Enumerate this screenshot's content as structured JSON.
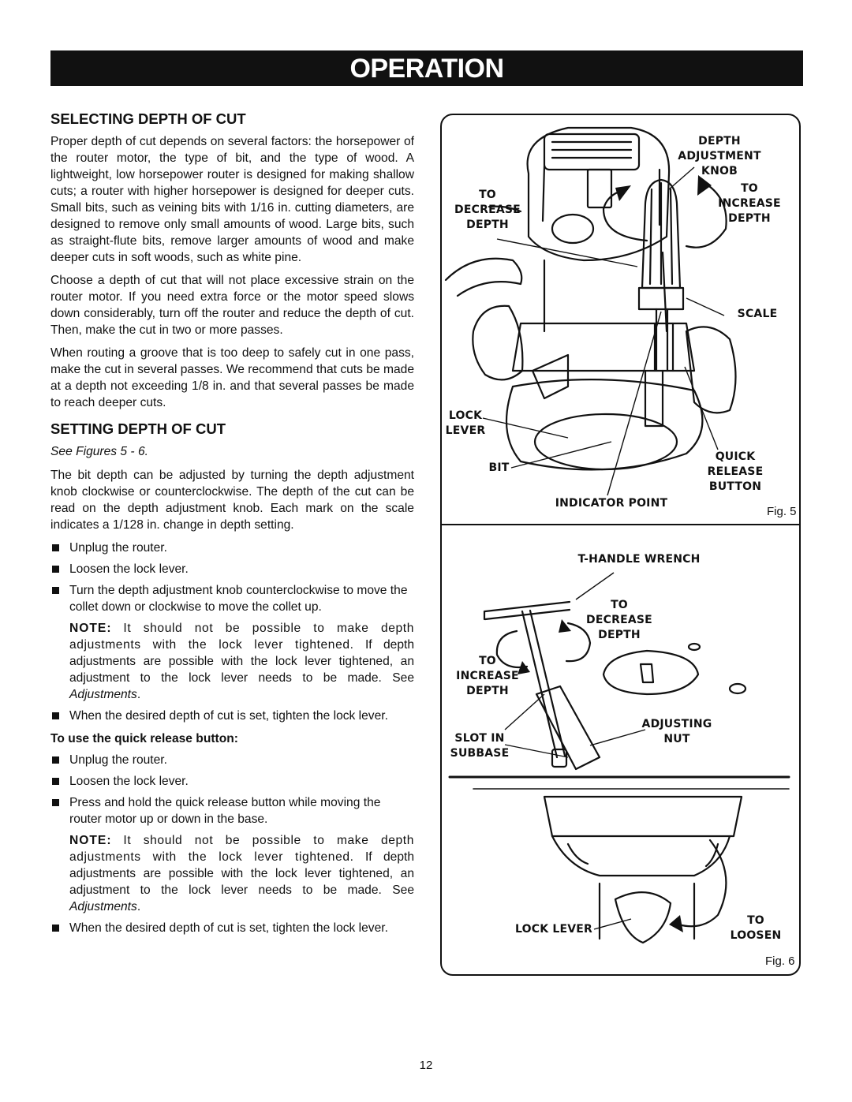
{
  "header": {
    "title": "OPERATION"
  },
  "selecting": {
    "heading": "SELECTING DEPTH OF CUT",
    "p1": "Proper depth of cut depends on several factors: the horsepower of the router motor, the type of bit, and the type of wood. A lightweight, low horsepower router is designed for making shallow cuts; a router with higher horsepower is designed for deeper cuts. Small bits, such as veining bits with 1/16 in. cutting diameters, are designed to remove only small amounts of wood. Large bits, such as straight-flute bits, remove larger amounts of wood and make deeper cuts in soft woods, such as white pine.",
    "p2": "Choose a depth of cut that will not place excessive strain on the router motor. If you need extra force or the motor speed slows down considerably, turn off the router and reduce the depth of cut. Then, make the cut in two or more passes.",
    "p3": "When routing a groove that is too deep to safely cut in one pass, make the cut in several passes. We recommend that cuts be made at a depth not exceeding 1/8 in. and that several passes be made to reach deeper cuts."
  },
  "setting": {
    "heading": "SETTING DEPTH OF CUT",
    "see": "See Figures 5 - 6.",
    "p1": "The bit depth can be adjusted by turning the depth adjustment knob clockwise or counterclockwise. The depth of the cut can be read on the depth adjustment knob. Each mark on the scale indicates a 1/128 in. change in depth setting.",
    "b1": "Unplug the router.",
    "b2": "Loosen the lock lever.",
    "b3": "Turn the depth adjustment knob counterclockwise to move the collet down or clockwise to move the collet up.",
    "note_label": "NOTE:",
    "note1_a": "It should not be possible to make depth adjustments with the lock lever tightened.",
    "note_b": "If depth adjustments are possible with the lock lever tightened, an adjustment to the lock lever needs to be made. See",
    "note_ref": "Adjustments",
    "b4": "When the desired depth of cut is set, tighten the lock lever.",
    "quick_heading": "To use the quick release button:",
    "q1": "Unplug the router.",
    "q2": "Loosen the lock lever.",
    "q3": "Press and hold the quick release button while moving the router motor up or down in the base.",
    "q4": "When the desired depth of cut is set, tighten the lock lever."
  },
  "fig5": {
    "caption": "Fig. 5",
    "depth_knob": "DEPTH\nADJUSTMENT\nKNOB",
    "to_decrease": "TO\nDECREASE\nDEPTH",
    "to_increase": "TO\nINCREASE\nDEPTH",
    "scale": "SCALE",
    "lock_lever": "LOCK\nLEVER",
    "bit": "BIT",
    "quick_release": "QUICK\nRELEASE BUTTON",
    "indicator": "INDICATOR POINT"
  },
  "fig6": {
    "caption": "Fig. 6",
    "t_handle": "T-HANDLE WRENCH",
    "to_decrease": "TO\nDECREASE\nDEPTH",
    "to_increase": "TO\nINCREASE\nDEPTH",
    "adjusting_nut": "ADJUSTING\nNUT",
    "slot": "SLOT IN\nSUBBASE",
    "lock_lever": "LOCK LEVER",
    "to_loosen": "TO\nLOOSEN"
  },
  "footer": {
    "page": "12"
  }
}
